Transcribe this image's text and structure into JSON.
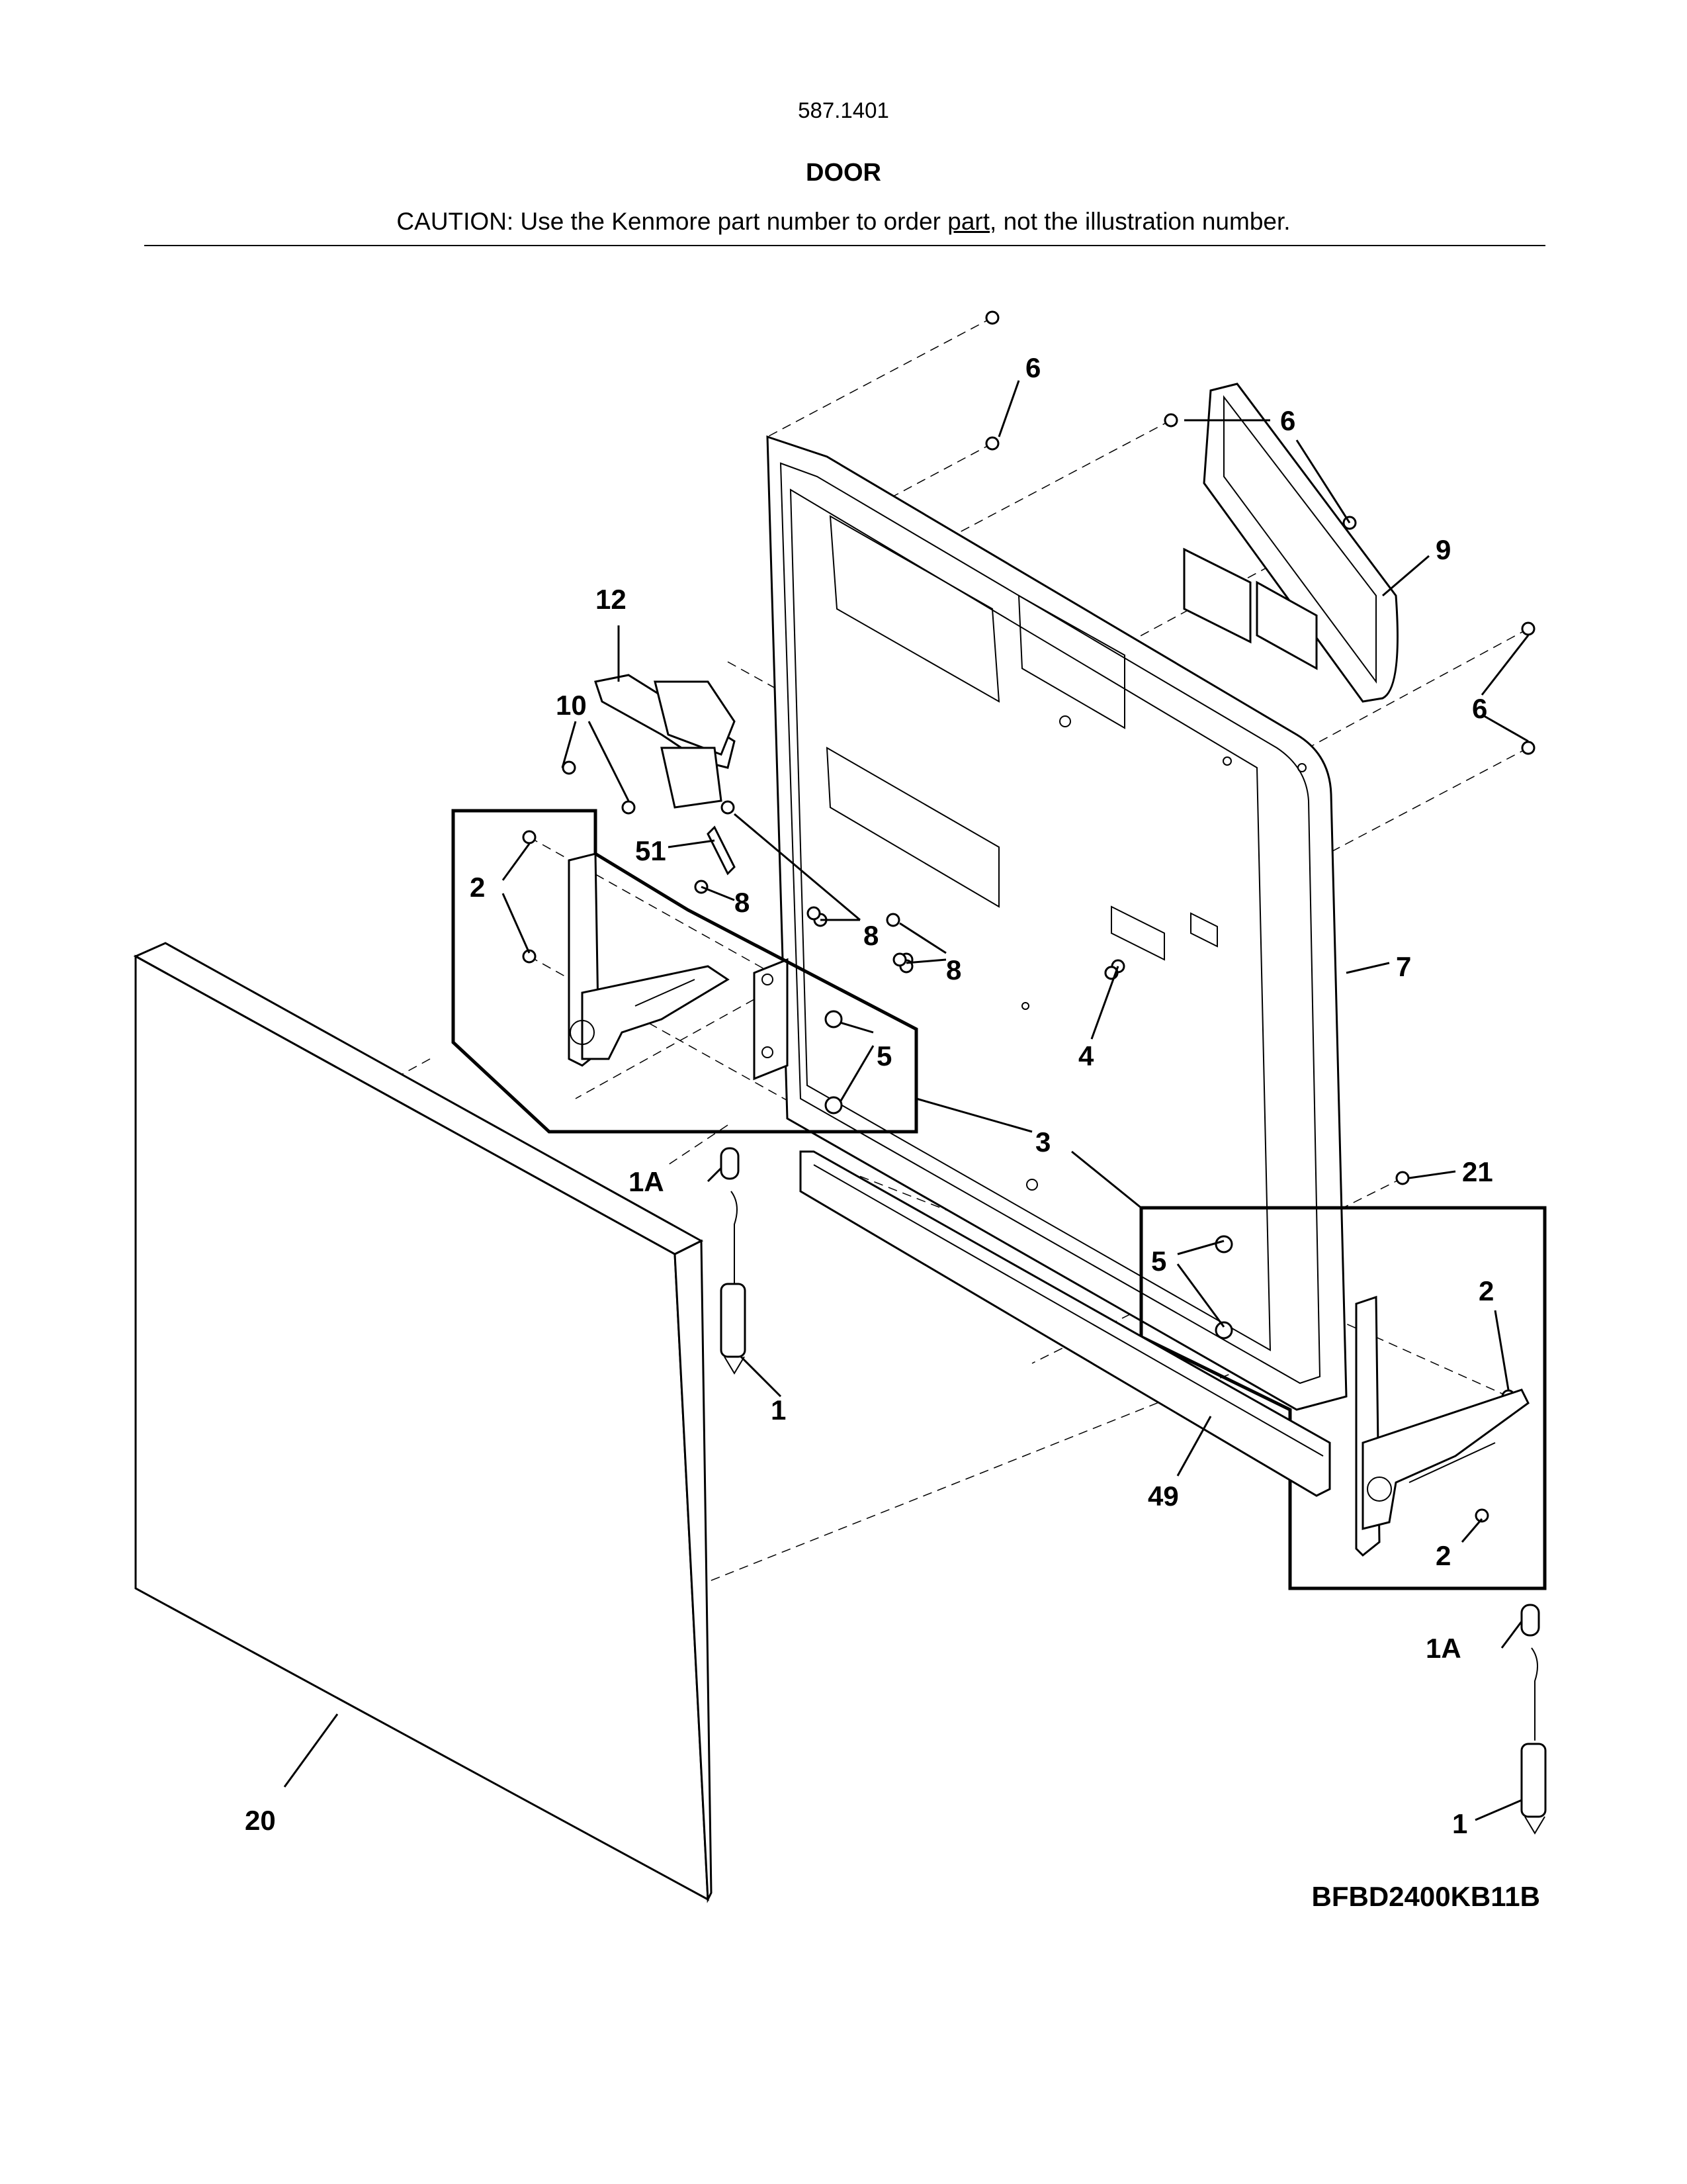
{
  "header": {
    "model_number": "587.1401",
    "title": "DOOR",
    "caution_prefix": "CAUTION: Use the Kenmore part number to order ",
    "caution_underlined": "part",
    "caution_suffix": ", not the illustration number."
  },
  "callouts": {
    "c6a": "6",
    "c6b": "6",
    "c6c": "6",
    "c9": "9",
    "c12": "12",
    "c10": "10",
    "c51": "51",
    "c2a": "2",
    "c8a": "8",
    "c8b": "8",
    "c8c": "8",
    "c7": "7",
    "c4": "4",
    "c5a": "5",
    "c3": "3",
    "c21": "21",
    "c1Aa": "1A",
    "c5b": "5",
    "c2b": "2",
    "c1a": "1",
    "c49": "49",
    "c2c": "2",
    "c1Ab": "1A",
    "c20": "20",
    "c1b": "1"
  },
  "footer": {
    "model_code": "BFBD2400KB11B"
  }
}
